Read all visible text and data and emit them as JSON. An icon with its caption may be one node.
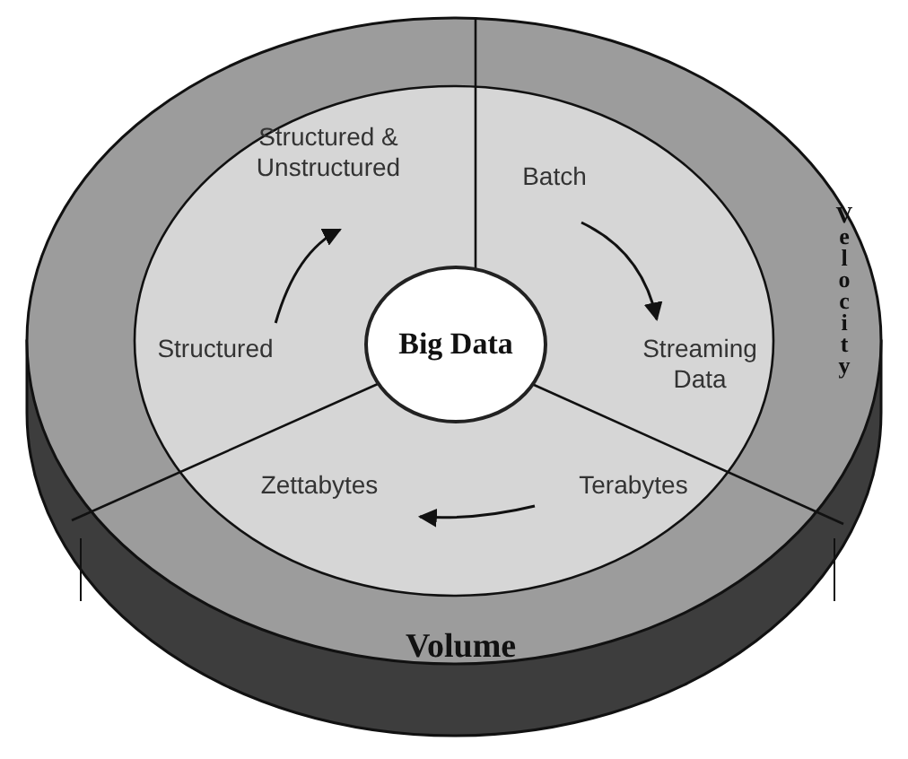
{
  "diagram": {
    "nodes": [
      {
        "text": [
          "Big Data"
        ]
      },
      {
        "text": [
          "Structured"
        ]
      },
      {
        "text": [
          "Structured & Unstructured"
        ]
      },
      {
        "text": [
          "Batch"
        ]
      },
      {
        "text": [
          "Streaming Data"
        ]
      },
      {
        "text": [
          "Terabytes"
        ]
      },
      {
        "text": [
          "Zettabytes"
        ]
      }
    ],
    "edges": [
      {
        "from": 1,
        "to": 2,
        "arrow": "to"
      },
      {
        "from": 3,
        "to": 4,
        "arrow": "to"
      },
      {
        "from": 5,
        "to": 6,
        "arrow": "to"
      }
    ],
    "labels": [
      "Velocity",
      "Volume"
    ]
  }
}
